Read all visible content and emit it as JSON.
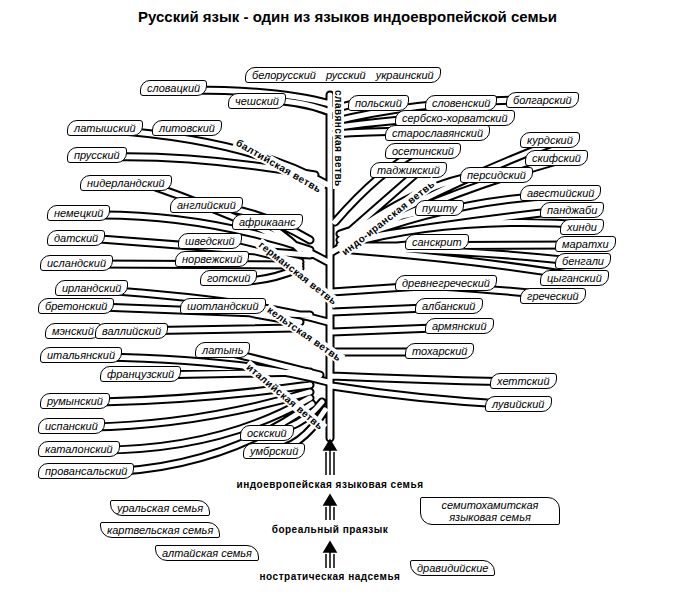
{
  "diagram": {
    "title": "Русский язык - один из языков индоевропейской семьи",
    "nodes": [
      {
        "text": [
          "белорусский",
          "русский",
          "украинский"
        ]
      },
      {
        "text": [
          "словацкий"
        ]
      },
      {
        "text": [
          "чешский"
        ]
      },
      {
        "text": [
          "латышский"
        ]
      },
      {
        "text": [
          "литовский"
        ]
      },
      {
        "text": [
          "прусский"
        ]
      },
      {
        "text": [
          "нидерландский"
        ]
      },
      {
        "text": [
          "английский"
        ]
      },
      {
        "text": [
          "немецкий"
        ]
      },
      {
        "text": [
          "африкаанс"
        ]
      },
      {
        "text": [
          "датский"
        ]
      },
      {
        "text": [
          "шведский"
        ]
      },
      {
        "text": [
          "исландский"
        ]
      },
      {
        "text": [
          "норвежский"
        ]
      },
      {
        "text": [
          "ирландский"
        ]
      },
      {
        "text": [
          "готский"
        ]
      },
      {
        "text": [
          "бретонский"
        ]
      },
      {
        "text": [
          "шотландский"
        ]
      },
      {
        "text": [
          "мэнский"
        ]
      },
      {
        "text": [
          "валлийский"
        ]
      },
      {
        "text": [
          "итальянский"
        ]
      },
      {
        "text": [
          "латынь"
        ]
      },
      {
        "text": [
          "французский"
        ]
      },
      {
        "text": [
          "румынский"
        ]
      },
      {
        "text": [
          "испанский"
        ]
      },
      {
        "text": [
          "оскский"
        ]
      },
      {
        "text": [
          "каталонский"
        ]
      },
      {
        "text": [
          "умбрский"
        ]
      },
      {
        "text": [
          "провансальский"
        ]
      },
      {
        "text": [
          "польский"
        ]
      },
      {
        "text": [
          "словенский"
        ]
      },
      {
        "text": [
          "болгарский"
        ]
      },
      {
        "text": [
          "сербско-хорватский"
        ]
      },
      {
        "text": [
          "старославянский"
        ]
      },
      {
        "text": [
          "курдский"
        ]
      },
      {
        "text": [
          "осетинский"
        ]
      },
      {
        "text": [
          "скифский"
        ]
      },
      {
        "text": [
          "таджикский"
        ]
      },
      {
        "text": [
          "персидский"
        ]
      },
      {
        "text": [
          "авестийский"
        ]
      },
      {
        "text": [
          "пушту"
        ]
      },
      {
        "text": [
          "панджаби"
        ]
      },
      {
        "text": [
          "хинди"
        ]
      },
      {
        "text": [
          "санскрит"
        ]
      },
      {
        "text": [
          "маратхи"
        ]
      },
      {
        "text": [
          "бенгали"
        ]
      },
      {
        "text": [
          "цыганский"
        ]
      },
      {
        "text": [
          "древнегреческий"
        ]
      },
      {
        "text": [
          "греческий"
        ]
      },
      {
        "text": [
          "албанский"
        ]
      },
      {
        "text": [
          "армянский"
        ]
      },
      {
        "text": [
          "тохарский"
        ]
      },
      {
        "text": [
          "хеттский"
        ]
      },
      {
        "text": [
          "лувийский"
        ]
      },
      {
        "text": [
          "уральская семья"
        ]
      },
      {
        "text": [
          "семитохамитская языковая семья"
        ]
      },
      {
        "text": [
          "картвельская семья"
        ]
      },
      {
        "text": [
          "алтайская семья"
        ]
      },
      {
        "text": [
          "дравидийские"
        ]
      }
    ],
    "labels": [
      "славянская ветвь",
      "балтийская ветвь",
      "германская ветвь",
      "индо-иранская ветвь",
      "кельтская ветвь",
      "италийская ветвь",
      "индоевропейская языковая семья",
      "бореальный праязык",
      "ностратическая надсемья"
    ]
  }
}
